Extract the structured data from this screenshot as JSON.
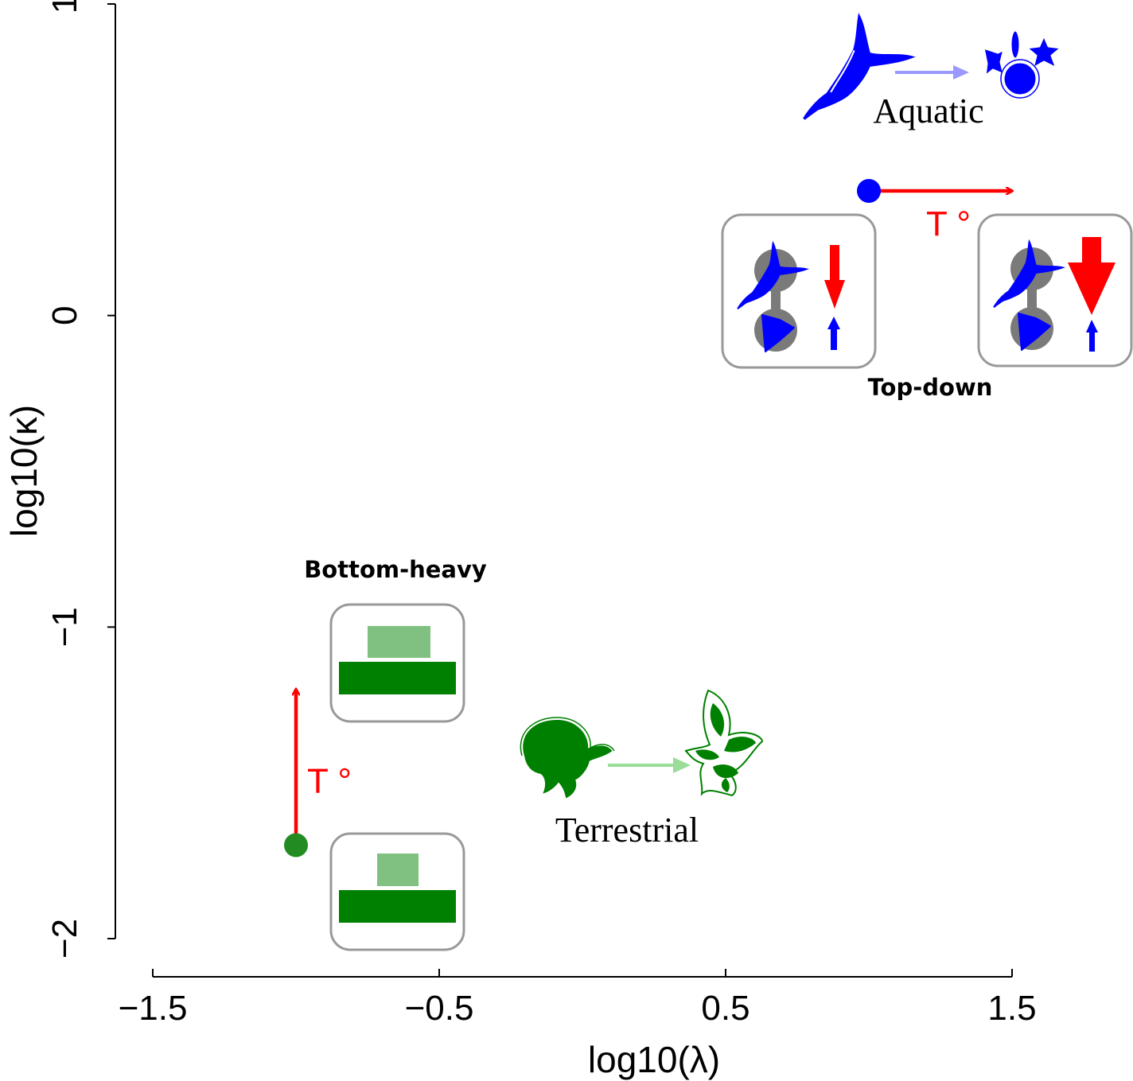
{
  "chart_data": {
    "type": "scatter",
    "xlabel": "log10(λ)",
    "ylabel": "log10(κ)",
    "xlim": [
      -1.5,
      1.5
    ],
    "ylim": [
      -2,
      1
    ],
    "x_ticks": [
      -1.5,
      -0.5,
      0.5,
      1.5
    ],
    "x_tick_labels": [
      "−1.5",
      "−0.5",
      "0.5",
      "1.5"
    ],
    "y_ticks": [
      -2,
      -1,
      0,
      1
    ],
    "y_tick_labels": [
      "−2",
      "−1",
      "0",
      "1"
    ],
    "points": [
      {
        "x": 1.0,
        "y": 0.4,
        "color": "#0000ff",
        "system": "aquatic"
      },
      {
        "x": -1.0,
        "y": -1.7,
        "color": "#228b22",
        "system": "terrestrial"
      }
    ],
    "arrows": [
      {
        "from": [
          1.0,
          0.4
        ],
        "to": [
          1.5,
          0.4
        ],
        "color": "#ff0000",
        "label": "T °"
      },
      {
        "from": [
          -1.0,
          -1.7
        ],
        "to": [
          -1.0,
          -1.2
        ],
        "color": "#ff0000",
        "label": "T °"
      }
    ],
    "annotations": {
      "aquatic": "Aquatic",
      "terrestrial": "Terrestrial",
      "top_down": "Top-down",
      "bottom_heavy": "Bottom-heavy"
    },
    "grid": false
  },
  "colors": {
    "aquatic": "#0000ff",
    "terrestrial": "#008000",
    "terrestrial_light": "#80c080",
    "temperature": "#ff0000",
    "panel_border": "#999999",
    "node": "#7a7a7a"
  },
  "icons": [
    "copepod-icon",
    "phytoplankton-icon",
    "mite-icon",
    "leaf-icon"
  ]
}
